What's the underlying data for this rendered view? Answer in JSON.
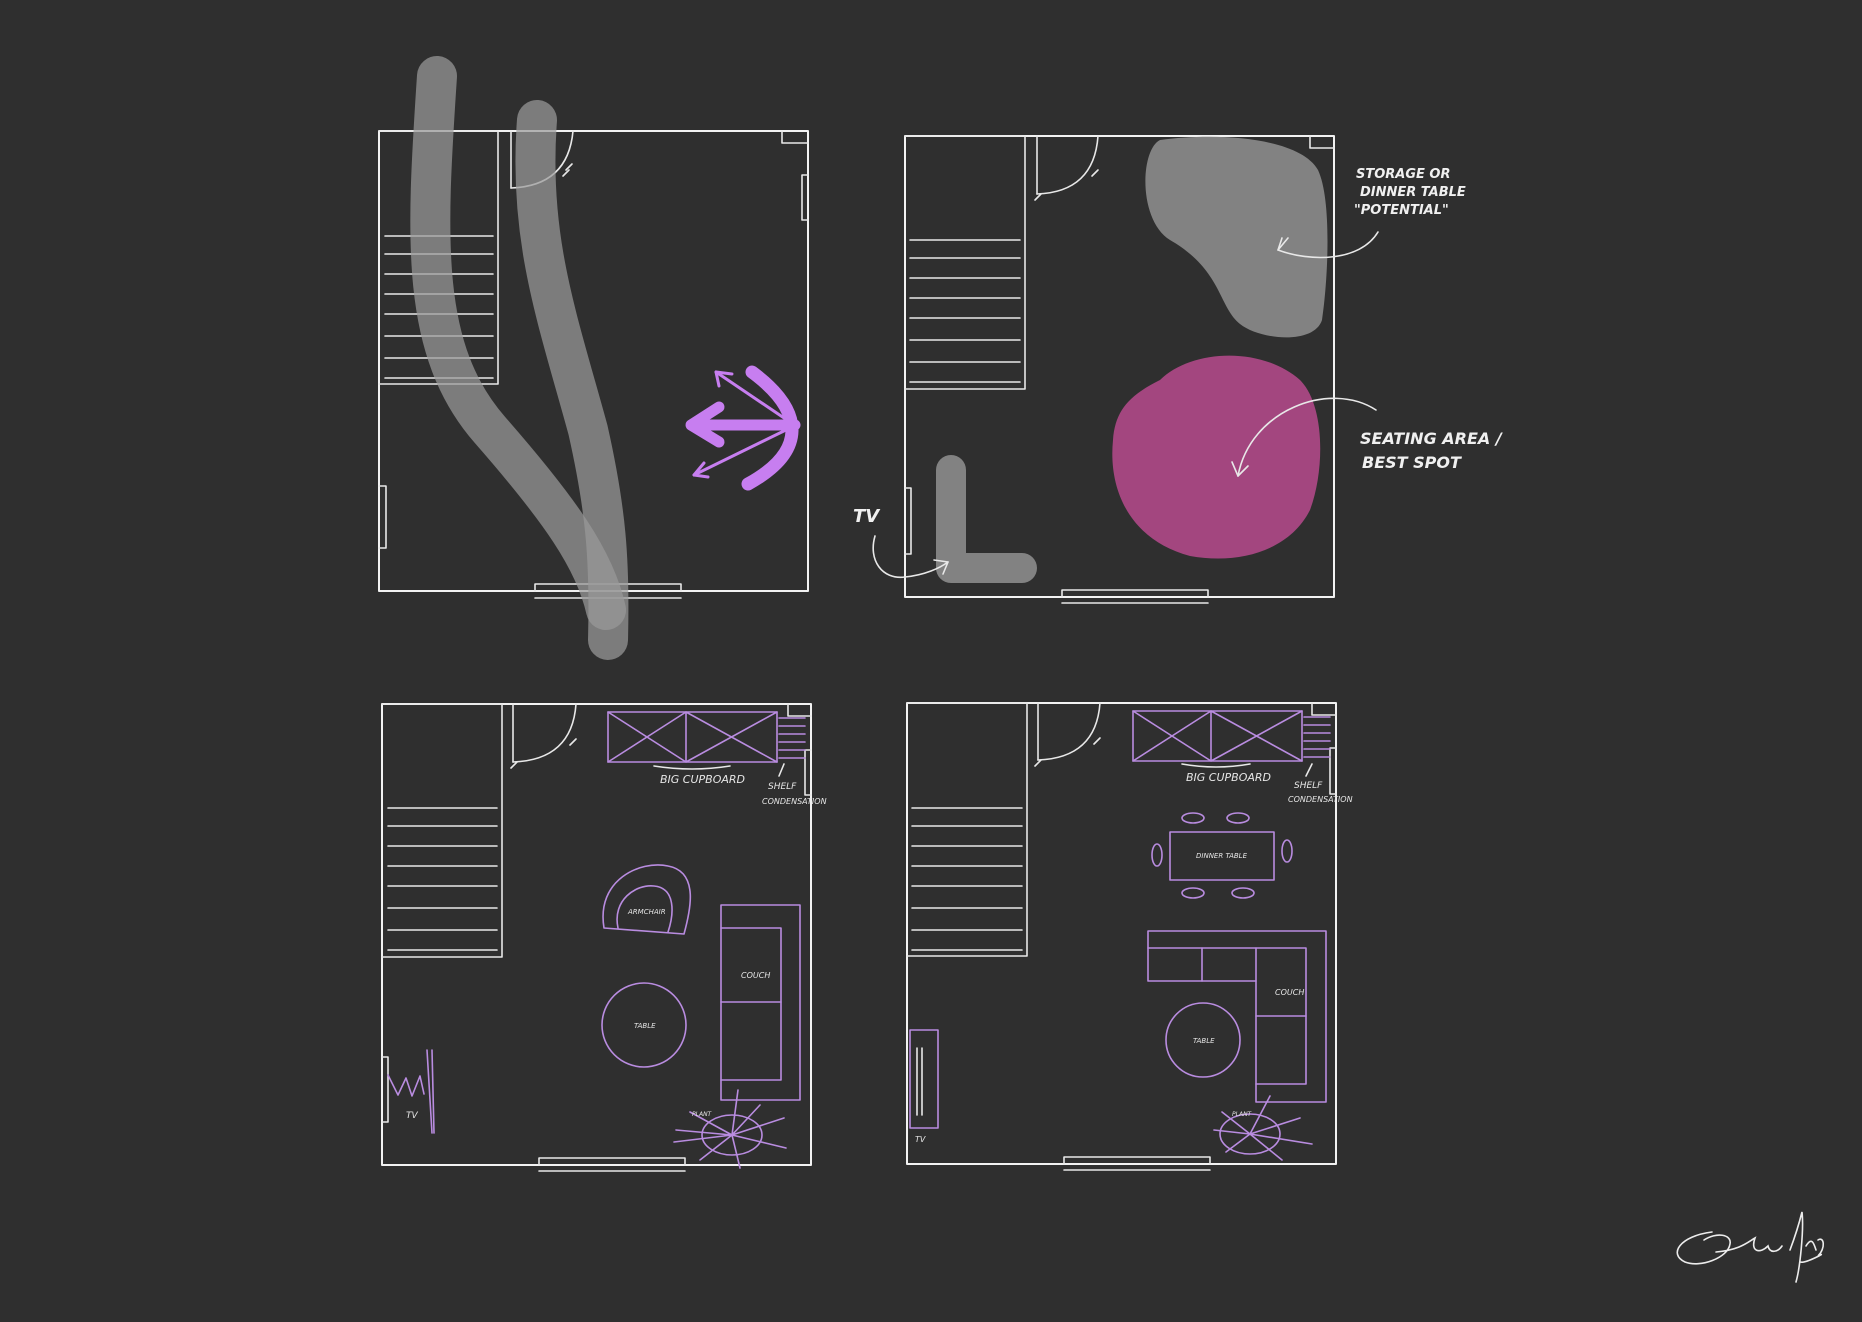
{
  "colors": {
    "background": "#2f2f2f",
    "walls": "#f2f2f2",
    "flow_path": "#8e8e8e",
    "zone": "#808080",
    "seating_zone": "#a3467f",
    "accent_arrow": "#c77ef0",
    "furniture": "#b98ce0"
  },
  "plans": {
    "top_right": {
      "storage_label": "STORAGE OR",
      "storage_label_2": "DINNER TABLE",
      "storage_label_3": "\"POTENTIAL\"",
      "seating_label": "SEATING AREA /",
      "seating_label_2": "BEST SPOT",
      "tv_label": "TV"
    },
    "bottom_left": {
      "cupboard_label": "BIG CUPBOARD",
      "shelf_label": "SHELF",
      "shelf_label_2": "CONDENSATION",
      "armchair_label": "ARMCHAIR",
      "couch_label": "COUCH",
      "table_label": "TABLE",
      "plant_label": "PLANT",
      "tv_label": "TV"
    },
    "bottom_right": {
      "cupboard_label": "BIG CUPBOARD",
      "shelf_label": "SHELF",
      "shelf_label_2": "CONDENSATION",
      "dinner_table_label": "DINNER TABLE",
      "couch_label": "COUCH",
      "table_label": "TABLE",
      "plant_label": "PLANT",
      "tv_label": "TV"
    }
  }
}
